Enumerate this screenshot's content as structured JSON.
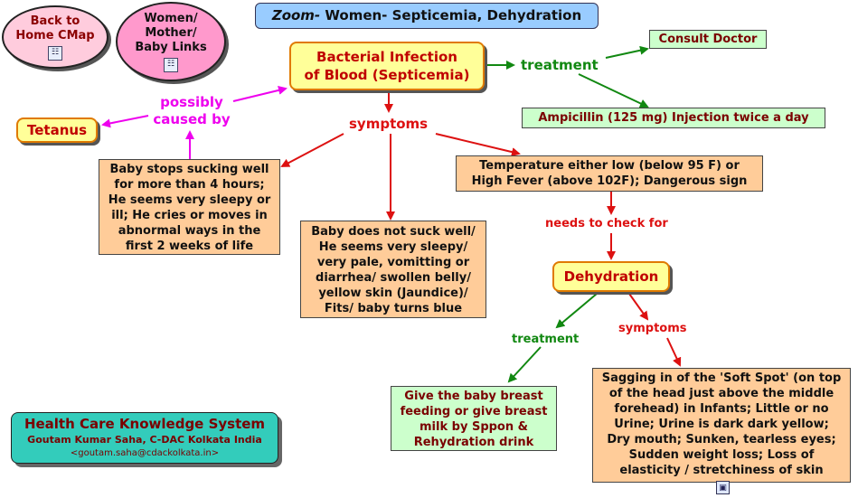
{
  "title": {
    "prefix": "Zoom-",
    "rest": " Women- Septicemia, Dehydration"
  },
  "nav": {
    "back": {
      "line1": "Back to",
      "line2": "Home CMap"
    },
    "women": {
      "line1": "Women/",
      "line2": "Mother/",
      "line3": "Baby Links"
    }
  },
  "nodes": {
    "septicemia": {
      "line1": "Bacterial Infection",
      "line2": "of Blood (Septicemia)"
    },
    "tetanus": "Tetanus",
    "consult": "Consult  Doctor",
    "ampicillin": "Ampicillin (125 mg) Injection twice a day",
    "baby_stops": [
      "Baby stops sucking well",
      "for more than 4 hours;",
      "He seems very sleepy or",
      "ill; He cries or moves in",
      "abnormal ways in the",
      "first 2 weeks of life"
    ],
    "baby_not_suck": [
      "Baby does not suck well/",
      "He seems very sleepy/",
      "very pale, vomitting or",
      "diarrhea/ swollen belly/",
      "yellow skin (Jaundice)/",
      "Fits/ baby turns blue"
    ],
    "temperature": [
      "Temperature either low (below 95 F) or",
      "High Fever (above 102F); Dangerous sign"
    ],
    "dehydration": "Dehydration",
    "breast": [
      "Give the baby breast",
      "feeding or give breast",
      "milk by Sppon &",
      "Rehydration drink"
    ],
    "sagging": [
      "Sagging in of the 'Soft Spot' (on top",
      "of the head just above the middle",
      "forehead) in Infants; Little or no",
      "Urine; Urine is dark dark yellow;",
      "Dry mouth; Sunken, tearless eyes;",
      "Sudden weight loss; Loss of",
      "elasticity / stretchiness of skin"
    ]
  },
  "links": {
    "possibly": [
      "possibly",
      "caused by"
    ],
    "treatment1": "treatment",
    "symptoms1": "symptoms",
    "needs": "needs to check for",
    "treatment2": "treatment",
    "symptoms2": "symptoms"
  },
  "footer": {
    "title": "Health Care Knowledge System",
    "author": "Goutam Kumar Saha, C-DAC Kolkata India",
    "email": "<goutam.saha@cdackolkata.in>"
  },
  "colors": {
    "red_arrow": "#dd1111",
    "green_arrow": "#118811",
    "magenta_arrow": "#ee00ee",
    "title_bg": "#99ccff",
    "footer_bg": "#33ccbb"
  },
  "icons": [
    "cmap-icon",
    "image-icon"
  ]
}
